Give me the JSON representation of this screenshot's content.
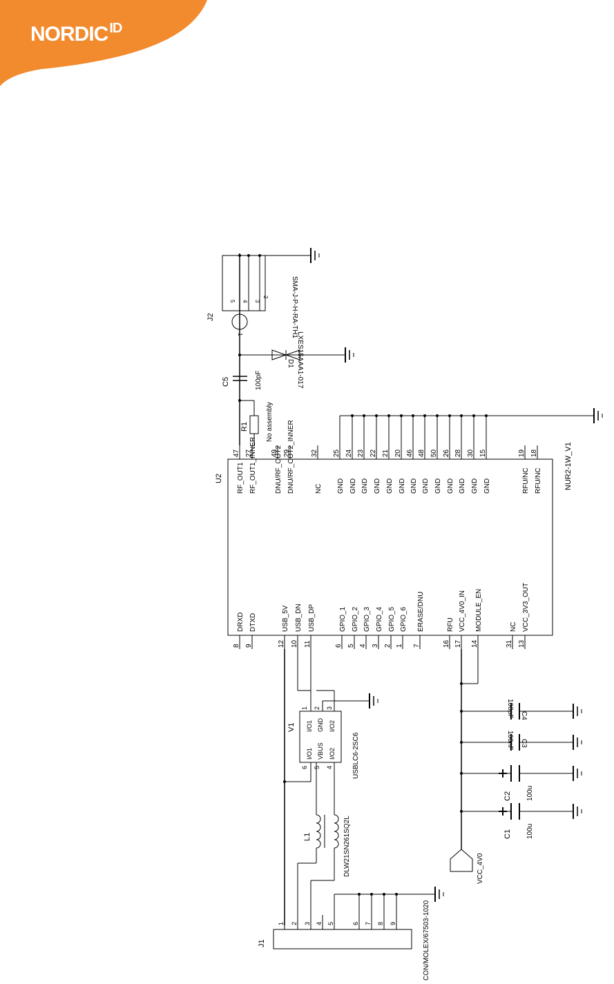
{
  "brand": {
    "name": "NORDIC",
    "suffix": "ID",
    "logo_color": "#f28a2e"
  },
  "designators": {
    "u2": "U2",
    "u1": "V1",
    "j1": "J1",
    "j2": "J2",
    "r1": "R1",
    "c5": "C5",
    "d1": "D1",
    "l1": "L1",
    "c1": "C1",
    "c2": "C2",
    "c3": "C3",
    "c4": "C4"
  },
  "values": {
    "u2": "NUR2-1W_V1",
    "u1": "USBLC6-2SC6",
    "j1": "CON/MOLEX/67503-1020",
    "j2": "SMA-J-P-H-RA-TH1",
    "r1": "No assembly",
    "c5": "100pF",
    "d1": "LXES15AAA1-017",
    "l1": "DLW21SN261SQ2L",
    "c1": "100u",
    "c2": "100u",
    "c3": "100nF",
    "c4": "100pF"
  },
  "power": {
    "vcc": "VCC_4V0"
  },
  "u2_left_pins": [
    {
      "num": "8",
      "name": "DRXD"
    },
    {
      "num": "9",
      "name": "DTXD"
    },
    {
      "num": "12",
      "name": "USB_5V"
    },
    {
      "num": "10",
      "name": "USB_DN"
    },
    {
      "num": "11",
      "name": "USB_DP"
    },
    {
      "num": "6",
      "name": "GPIO_1"
    },
    {
      "num": "5",
      "name": "GPIO_2"
    },
    {
      "num": "4",
      "name": "GPIO_3"
    },
    {
      "num": "3",
      "name": "GPIO_4"
    },
    {
      "num": "2",
      "name": "GPIO_5"
    },
    {
      "num": "1",
      "name": "GPIO_6"
    },
    {
      "num": "7",
      "name": "ERASE/DNU"
    },
    {
      "num": "16",
      "name": "RFU"
    },
    {
      "num": "17",
      "name": "VCC_4V0_IN"
    },
    {
      "num": "14",
      "name": "MODULE_EN"
    },
    {
      "num": "31",
      "name": "NC"
    },
    {
      "num": "13",
      "name": "VCC_3V3_OUT"
    }
  ],
  "u2_right_pins": [
    {
      "num": "47",
      "name": "RF_OUT1"
    },
    {
      "num": "27",
      "name": "RF_OUT1_INNER"
    },
    {
      "num": "49",
      "name": "DNU/RF_OUT2"
    },
    {
      "num": "29",
      "name": "DNU/RF_OUT2_INNER"
    },
    {
      "num": "32",
      "name": "NC"
    },
    {
      "num": "25",
      "name": "GND"
    },
    {
      "num": "24",
      "name": "GND"
    },
    {
      "num": "23",
      "name": "GND"
    },
    {
      "num": "22",
      "name": "GND"
    },
    {
      "num": "21",
      "name": "GND"
    },
    {
      "num": "20",
      "name": "GND"
    },
    {
      "num": "46",
      "name": "GND"
    },
    {
      "num": "48",
      "name": "GND"
    },
    {
      "num": "50",
      "name": "GND"
    },
    {
      "num": "26",
      "name": "GND"
    },
    {
      "num": "28",
      "name": "GND"
    },
    {
      "num": "30",
      "name": "GND"
    },
    {
      "num": "15",
      "name": "GND"
    },
    {
      "num": "19",
      "name": "RFU/NC"
    },
    {
      "num": "18",
      "name": "RFU/NC"
    }
  ],
  "u1_pins": {
    "p1": "1",
    "p2": "2",
    "p3": "3",
    "p4": "4",
    "p5": "5",
    "p6": "6",
    "n1": "I/O1",
    "n2": "GND",
    "n3": "I/O2",
    "n4": "I/O2",
    "n5": "VBUS",
    "n6": "I/O1"
  },
  "j1_pins": [
    "1",
    "2",
    "3",
    "4",
    "5",
    "6",
    "7",
    "8",
    "9"
  ],
  "j2_pins": {
    "p1": "1",
    "p2": "2",
    "p3": "3",
    "p4": "4",
    "p5": "5"
  }
}
